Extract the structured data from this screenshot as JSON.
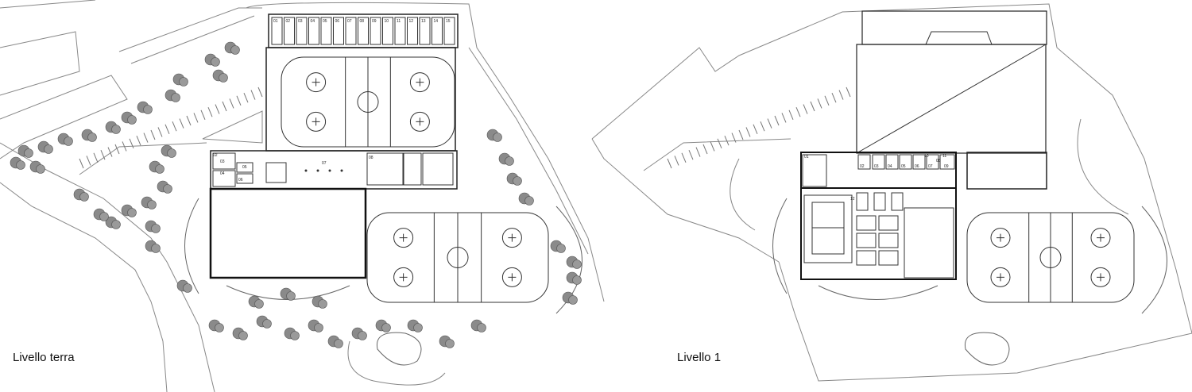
{
  "plans": [
    {
      "label": "Livello terra"
    },
    {
      "label": "Livello 1"
    }
  ],
  "room_numbers": {
    "ground_north": [
      "01",
      "02",
      "03",
      "04",
      "05",
      "06",
      "07",
      "08",
      "09",
      "10",
      "11",
      "12",
      "13",
      "14",
      "15"
    ],
    "ground_south": [
      "02",
      "03",
      "04",
      "05",
      "06",
      "07",
      "08"
    ],
    "level1": [
      "01",
      "02",
      "03",
      "04",
      "05",
      "06",
      "07",
      "08",
      "09",
      "10",
      "11",
      "12"
    ]
  },
  "colors": {
    "line": "#444444",
    "tree": "#8a8a8a",
    "paper": "#ffffff"
  }
}
